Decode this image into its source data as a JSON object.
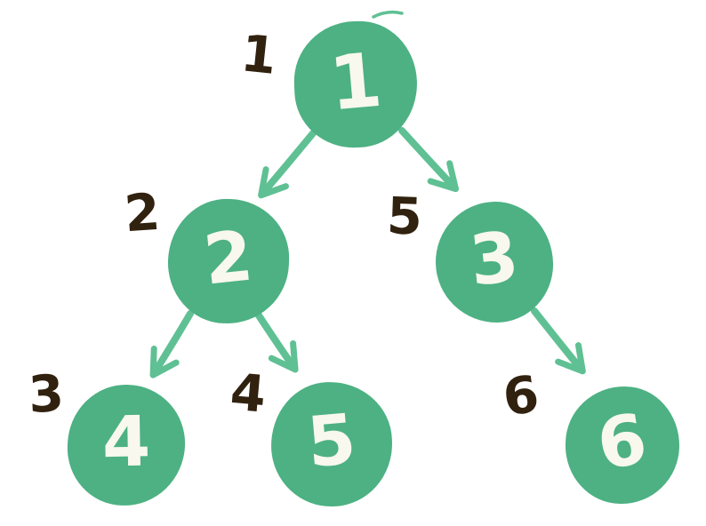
{
  "diagram": {
    "type": "binary-tree",
    "nodes": [
      {
        "id": "1",
        "value": "1",
        "order_label": "1"
      },
      {
        "id": "2",
        "value": "2",
        "order_label": "2"
      },
      {
        "id": "3",
        "value": "3",
        "order_label": "5"
      },
      {
        "id": "4",
        "value": "4",
        "order_label": "3"
      },
      {
        "id": "5",
        "value": "5",
        "order_label": "4"
      },
      {
        "id": "6",
        "value": "6",
        "order_label": "6"
      }
    ],
    "edges": [
      {
        "from": "1",
        "to": "2"
      },
      {
        "from": "1",
        "to": "3"
      },
      {
        "from": "2",
        "to": "4"
      },
      {
        "from": "2",
        "to": "5"
      },
      {
        "from": "3",
        "to": "6"
      }
    ]
  },
  "colors": {
    "background": "#ffffff",
    "node_fill": "#4db183",
    "node_text": "#f8f8ef",
    "arrow": "#5fc094",
    "label_text": "#31210f"
  }
}
